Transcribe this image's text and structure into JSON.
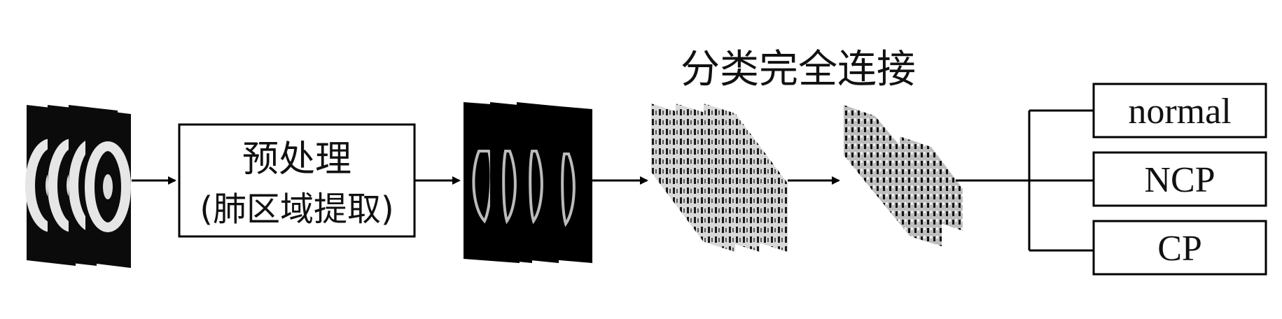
{
  "diagram": {
    "preprocess_box": {
      "line1": "预处理",
      "line2": "(肺区域提取)"
    },
    "fc_label": "分类完全连接",
    "outputs": [
      "normal",
      "NCP",
      "CP"
    ]
  }
}
